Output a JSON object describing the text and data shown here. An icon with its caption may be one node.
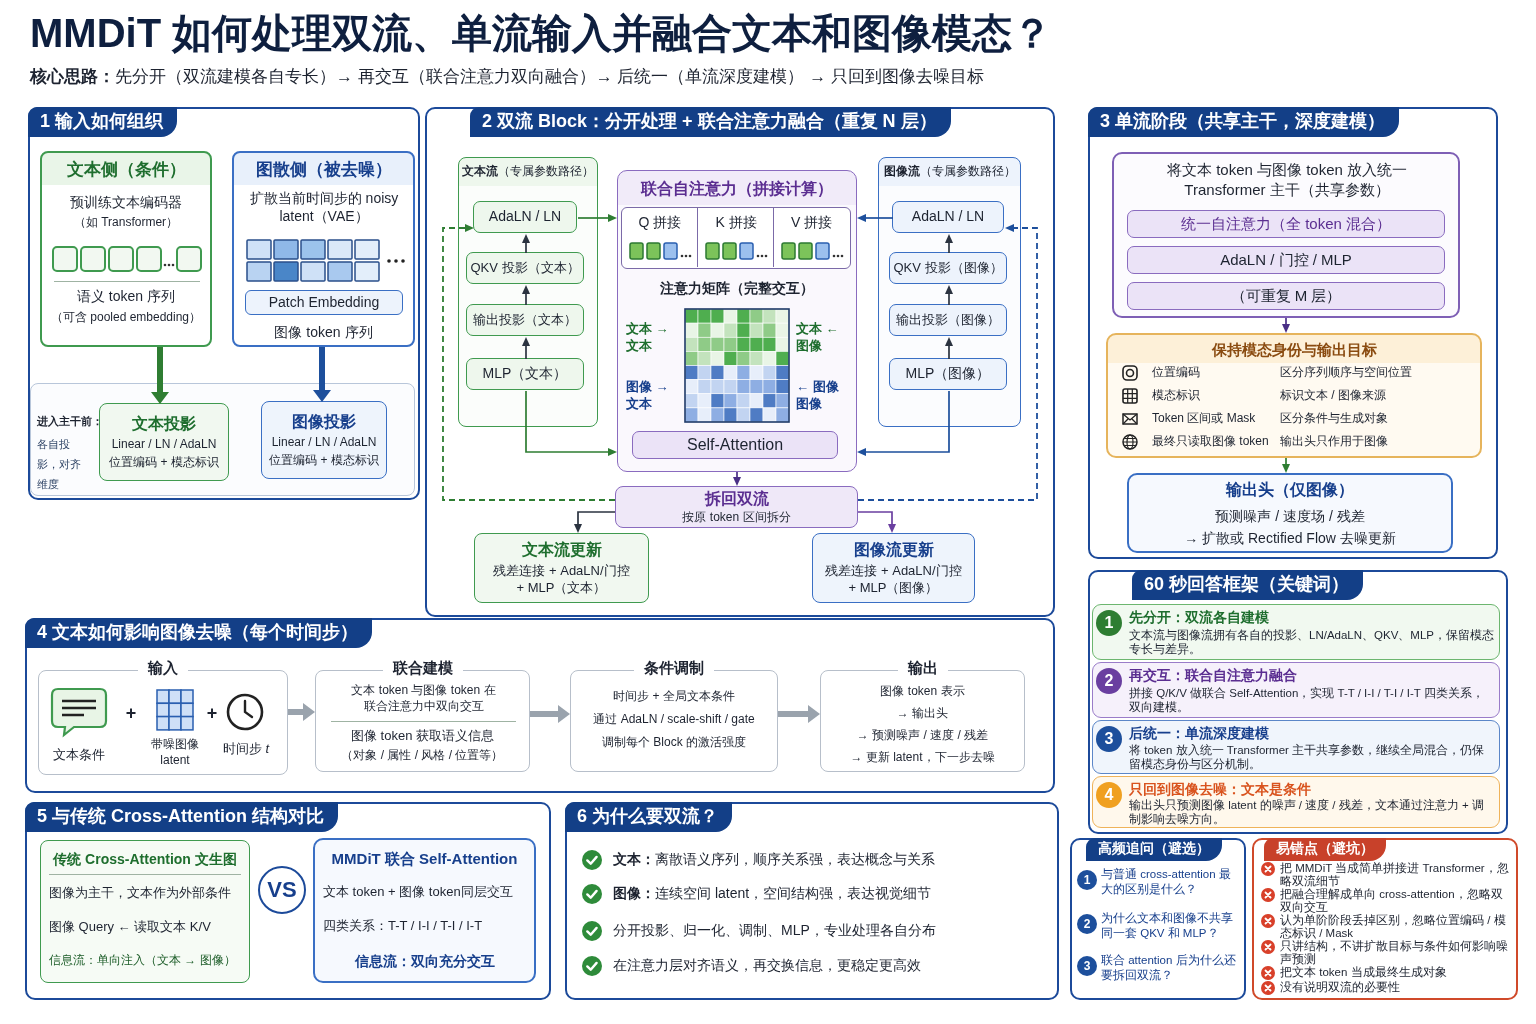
{
  "diagram": {
    "title": "MMDiT 如何处理双流、单流输入并融合文本和图像模态？",
    "labels": [
      "**核心思路：**先分开（双流建模各自专长）→ 再交互（联合注意力双向融合）→ 后统一（单流深度建模） → 只回到图像去噪目标"
    ],
    "nodes": [
      {
        "text": [
          "1 输入如何组织"
        ]
      },
      {
        "text": [
          "文本侧（条件）",
          "预训练文本编码器",
          "（如 Transformer）",
          "语义 token 序列",
          "（可含 pooled embedding）"
        ],
        "in": 0
      },
      {
        "text": [
          "图散侧（被去噪）",
          "扩散当前时间步的 noisy latent（VAE）",
          "图像 token 序列"
        ],
        "in": 0
      },
      {
        "text": [
          "Patch Embedding"
        ],
        "in": 2
      },
      {
        "text": [
          "进入主干前：",
          "各自投影，对齐维度"
        ],
        "in": 0
      },
      {
        "text": [
          "文本投影",
          "Linear / LN / AdaLN",
          "位置编码 + 模态标识"
        ],
        "in": 4
      },
      {
        "text": [
          "图像投影",
          "Linear / LN / AdaLN",
          "位置编码 + 模态标识"
        ],
        "in": 4
      },
      {
        "text": [
          "2 双流 Block：分开处理 + 联合注意力融合（重复 N 层）"
        ]
      },
      {
        "text": [
          "**文本流**（专属参数路径）"
        ],
        "in": 7
      },
      {
        "text": [
          "AdaLN / LN"
        ],
        "in": 8
      },
      {
        "text": [
          "QKV 投影（文本）"
        ],
        "in": 8
      },
      {
        "text": [
          "输出投影（文本）"
        ],
        "in": 8
      },
      {
        "text": [
          "MLP（文本）"
        ],
        "in": 8
      },
      {
        "text": [
          "联合自注意力（拼接计算）",
          "注意力矩阵（完整交互）",
          "文本 → 文本",
          "文本 ← 图像",
          "图像 → 文本",
          "← 图像图像"
        ],
        "in": 7
      },
      {
        "text": [
          "Q 拼接",
          "K 拼接",
          "V 拼接"
        ],
        "in": 13
      },
      {
        "text": [
          "Self-Attention"
        ],
        "in": 13
      },
      {
        "text": [
          "**图像流**（专属参数路径）"
        ],
        "in": 7
      },
      {
        "text": [
          "AdaLN / LN"
        ],
        "in": 16
      },
      {
        "text": [
          "QKV 投影（图像）"
        ],
        "in": 16
      },
      {
        "text": [
          "输出投影（图像）"
        ],
        "in": 16
      },
      {
        "text": [
          "MLP（图像）"
        ],
        "in": 16
      },
      {
        "text": [
          "拆回双流",
          "按原 token 区间拆分"
        ],
        "in": 7
      },
      {
        "text": [
          "文本流更新",
          "残差连接 + AdaLN/门控 + MLP（文本）"
        ],
        "in": 7
      },
      {
        "text": [
          "图像流更新",
          "残差连接 + AdaLN/门控 + MLP（图像）"
        ],
        "in": 7
      },
      {
        "text": [
          "3 单流阶段（共享主干，深度建模）"
        ]
      },
      {
        "text": [
          "将文本 token 与图像 token 放入统一 Transformer 主干（共享参数）"
        ],
        "in": 24
      },
      {
        "text": [
          "统一自注意力（全 token 混合）"
        ],
        "in": 25
      },
      {
        "text": [
          "AdaLN / 门控 / MLP"
        ],
        "in": 25
      },
      {
        "text": [
          "（可重复 M 层）"
        ],
        "in": 25
      },
      {
        "text": [
          "保持模态身份与输出目标",
          "位置编码",
          "区分序列顺序与空间位置",
          "模态标识",
          "标识文本 / 图像来源",
          "Token 区间或 Mask",
          "区分条件与生成对象",
          "最终只读取图像 token",
          "输出头只作用于图像"
        ],
        "in": 24
      },
      {
        "text": [
          "输出头（仅图像）",
          "预测噪声 / 速度场 / 残差",
          "→ 扩散或 Rectified Flow 去噪更新"
        ],
        "in": 24
      },
      {
        "text": [
          "4 文本如何影响图像去噪（每个时间步）"
        ]
      },
      {
        "text": [
          "输入",
          "文本条件",
          "+",
          "带噪图像 latent",
          "+",
          "时间步 *t*"
        ],
        "in": 31
      },
      {
        "text": [
          "联合建模",
          "文本 token 与图像 token 在联合注意力中双向交互",
          "图像 token 获取语义信息",
          "（对象 / 属性 / 风格 / 位置等）"
        ],
        "in": 31
      },
      {
        "text": [
          "条件调制",
          "时间步 + 全局文本条件",
          "通过 AdaLN / scale-shift / gate",
          "调制每个 Block 的激活强度"
        ],
        "in": 31
      },
      {
        "text": [
          "输出",
          "图像 token 表示",
          "→ 输出头",
          "→ 预测噪声 / 速度 / 残差",
          "→ 更新 latent，下一步去噪"
        ],
        "in": 31
      },
      {
        "text": [
          "60 秒回答框架（关键词）"
        ]
      },
      {
        "text": [
          "1",
          "先分开：双流各自建模",
          "文本流与图像流拥有各自的投影、LN/AdaLN、QKV、MLP，保留模态专长与差异。"
        ],
        "in": 36
      },
      {
        "text": [
          "2",
          "再交互：联合自注意力融合",
          "拼接 Q/K/V 做联合 Self-Attention，实现 T-T / I-I / T-I / I-T 四类关系，双向建模。"
        ],
        "in": 36
      },
      {
        "text": [
          "3",
          "后统一：单流深度建模",
          "将 token 放入统一 Transformer 主干共享参数，继续全局混合，仍保留模态身份与区分机制。"
        ],
        "in": 36
      },
      {
        "text": [
          "4",
          "只回到图像去噪：文本是条件",
          "输出头只预测图像 latent 的噪声 / 速度 / 残差，文本通过注意力 + 调制影响去噪方向。"
        ],
        "in": 36
      },
      {
        "text": [
          "5 与传统 Cross-Attention 结构对比"
        ]
      },
      {
        "text": [
          "传统 Cross-Attention 文生图",
          "图像为主干，文本作为外部条件",
          "图像 Query ← 读取文本 K/V",
          "信息流：单向注入（文本 → 图像）"
        ],
        "in": 41
      },
      {
        "text": [
          "VS"
        ],
        "in": 41
      },
      {
        "text": [
          "MMDiT 联合 Self-Attention",
          "文本 token + 图像 token同层交互",
          "四类关系：T-T / I-I / T-I / I-T",
          "信息流：双向充分交互"
        ],
        "in": 41
      },
      {
        "text": [
          "6 为什么要双流？",
          "**文本：**离散语义序列，顺序关系强，表达概念与关系",
          "**图像：**连续空间 latent，空间结构强，表达视觉细节",
          "分开投影、归一化、调制、MLP，专业处理各自分布",
          "在注意力层对齐语义，再交换信息，更稳定更高效"
        ]
      },
      {
        "text": [
          "高频追问（避选）",
          "1",
          "与普通 cross-attention 最大的区别是什么？",
          "2",
          "为什么文本和图像不共享同一套 QKV 和 MLP？",
          "3",
          "联合 attention 后为什么还要拆回双流？"
        ]
      },
      {
        "text": [
          "易错点（避坑）",
          "把 MMDiT 当成简单拼接进 Transformer，忽略双流细节",
          "把融合理解成单向 cross-attention，忽略双双向交互",
          "认为单阶阶段丢掉区别，忽略位置编码 / 模态标识 / Mask",
          "只讲结构，不讲扩散目标与条件如何影响噪声预测",
          "把文本 token 当成最终生成对象",
          "没有说明双流的必要性"
        ]
      }
    ],
    "edges": [
      {
        "from": 1,
        "to": 5,
        "arrow": "to",
        "style": "thick",
        "color": "#2e7d32"
      },
      {
        "from": 2,
        "to": 6,
        "arrow": "to",
        "style": "thick",
        "color": "#1d4f9c"
      },
      {
        "from": 12,
        "to": 11,
        "arrow": "to"
      },
      {
        "from": 11,
        "to": 10,
        "arrow": "to"
      },
      {
        "from": 10,
        "to": 9,
        "arrow": "to"
      },
      {
        "from": 9,
        "to": 13,
        "arrow": "to",
        "color": "#2e7d32"
      },
      {
        "from": 12,
        "to": 13,
        "arrow": "to",
        "color": "#2e7d32"
      },
      {
        "from": 20,
        "to": 19,
        "arrow": "to"
      },
      {
        "from": 19,
        "to": 18,
        "arrow": "to"
      },
      {
        "from": 18,
        "to": 17,
        "arrow": "to"
      },
      {
        "from": 17,
        "to": 13,
        "arrow": "to",
        "color": "#1d4f9c"
      },
      {
        "from": 20,
        "to": 13,
        "arrow": "to",
        "color": "#1d4f9c"
      },
      {
        "from": 13,
        "to": 21,
        "arrow": "to",
        "color": "#4a2f86"
      },
      {
        "from": 21,
        "to": 22,
        "arrow": "to"
      },
      {
        "from": 21,
        "to": 23,
        "arrow": "to",
        "color": "#6a3fa0"
      },
      {
        "from": 21,
        "to": 9,
        "arrow": "to",
        "style": "dashed",
        "color": "#2e7d32"
      },
      {
        "from": 21,
        "to": 17,
        "arrow": "to",
        "style": "dashed",
        "color": "#1d4f9c"
      },
      {
        "from": 25,
        "to": 29,
        "arrow": "to",
        "color": "#4a2f86"
      },
      {
        "from": 29,
        "to": 30,
        "arrow": "to",
        "color": "#2e7d32"
      },
      {
        "from": 32,
        "to": 33,
        "arrow": "to",
        "style": "thick",
        "color": "#9aa3ad"
      },
      {
        "from": 33,
        "to": 34,
        "arrow": "to",
        "style": "thick",
        "color": "#9aa3ad"
      },
      {
        "from": 34,
        "to": 35,
        "arrow": "to",
        "style": "thick",
        "color": "#9aa3ad"
      }
    ]
  }
}
